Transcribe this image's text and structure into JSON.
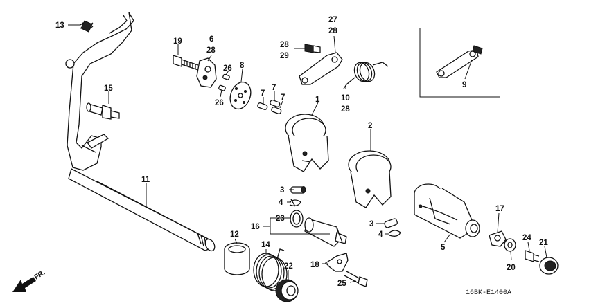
{
  "diagram": {
    "code": "16BK-E1400A",
    "direction_label": "FR.",
    "callouts": {
      "p1": "1",
      "p2": "2",
      "p3a": "3",
      "p3b": "3",
      "p4a": "4",
      "p4b": "4",
      "p5": "5",
      "p6": "6",
      "p7a": "7",
      "p7b": "7",
      "p7c": "7",
      "p8": "8",
      "p9": "9",
      "p10": "10",
      "p11": "11",
      "p12": "12",
      "p13": "13",
      "p14": "14",
      "p15": "15",
      "p16": "16",
      "p17": "17",
      "p18": "18",
      "p19": "19",
      "p20": "20",
      "p21": "21",
      "p22": "22",
      "p23": "23",
      "p24": "24",
      "p25": "25",
      "p26a": "26",
      "p26b": "26",
      "p27": "27",
      "p28a": "28",
      "p28b": "28",
      "p28c": "28",
      "p28d": "28",
      "p29": "29"
    }
  }
}
